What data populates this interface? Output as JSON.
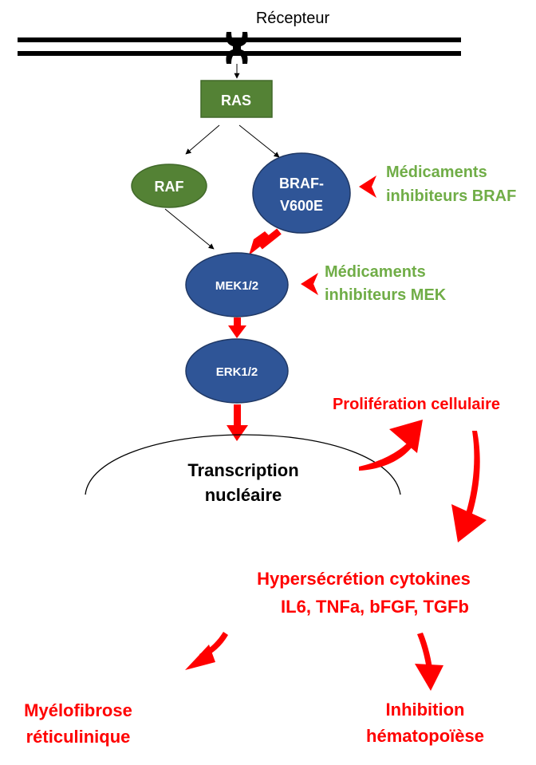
{
  "receptor_label": "Récepteur",
  "nodes": {
    "ras": "RAS",
    "raf": "RAF",
    "braf_line1": "BRAF-",
    "braf_line2": "V600E",
    "mek": "MEK1/2",
    "erk": "ERK1/2"
  },
  "nucleus": {
    "line1": "Transcription",
    "line2": "nucléaire"
  },
  "drugs": {
    "braf_line1": "Médicaments",
    "braf_line2": "inhibiteurs BRAF",
    "mek_line1": "Médicaments",
    "mek_line2": "inhibiteurs MEK"
  },
  "effects": {
    "proliferation": "Prolifération cellulaire",
    "hypersecretion_line1": "Hypersécrétion cytokines",
    "hypersecretion_line2": "IL6, TNFa, bFGF, TGFb",
    "myelofibrose_line1": "Myélofibrose",
    "myelofibrose_line2": "réticulinique",
    "inhibition_line1": "Inhibition",
    "inhibition_line2": "hématopoïèse"
  },
  "colors": {
    "green": "#548235",
    "blue": "#2f5597",
    "red": "#ff0000",
    "drug_text": "#70ad47"
  }
}
